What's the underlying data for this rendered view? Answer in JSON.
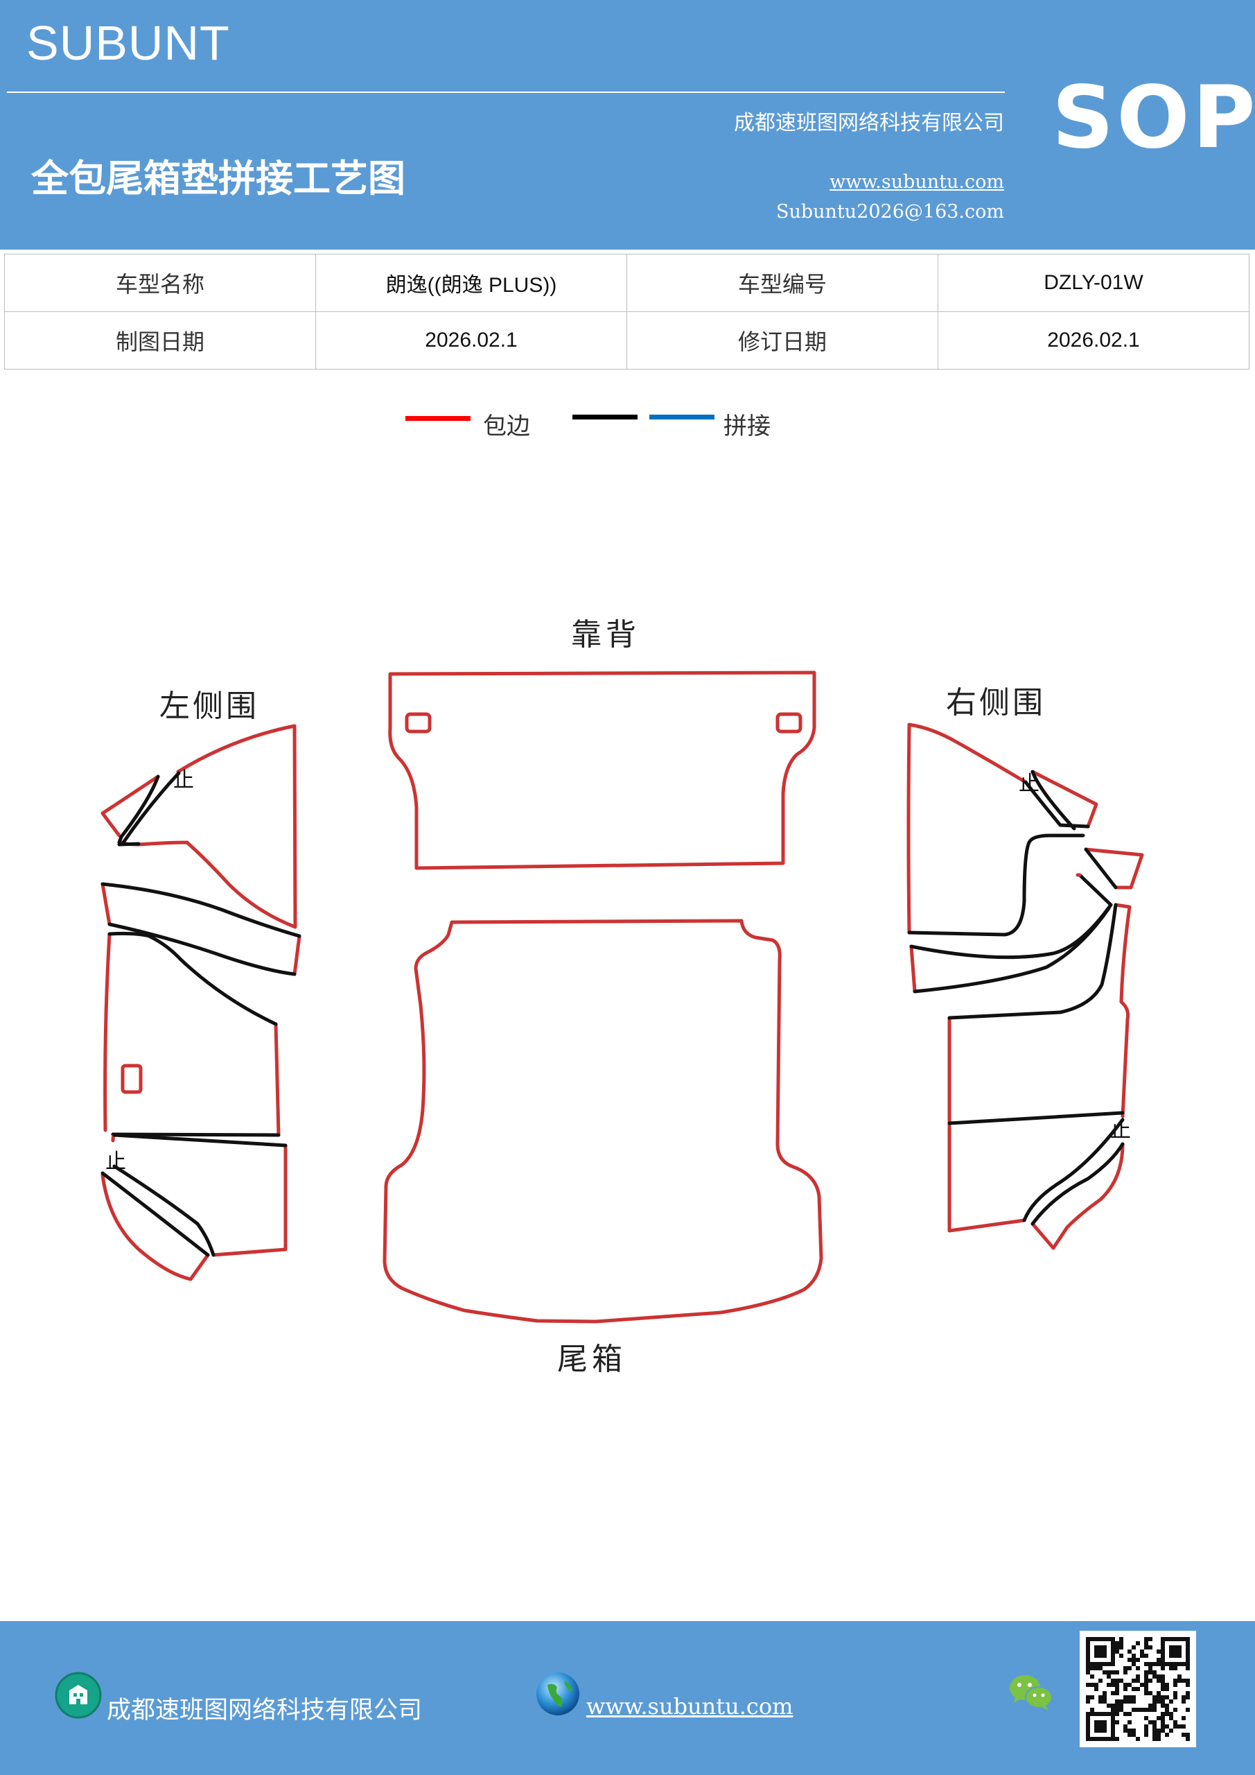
{
  "header": {
    "brand": "SUBUNT",
    "sop": "SOP",
    "company": "成都速班图网络科技有限公司",
    "title": "全包尾箱垫拼接工艺图",
    "website": "www.subuntu.com",
    "email": "Subuntu2026@163.com",
    "colors": {
      "background": "#5b9bd5",
      "text": "#ffffff"
    }
  },
  "info_table": {
    "rows": [
      [
        "车型名称",
        "朗逸((朗逸 PLUS))",
        "车型编号",
        "DZLY-01W"
      ],
      [
        "制图日期",
        "2026.02.1",
        "修订日期",
        "2026.02.1"
      ]
    ]
  },
  "legend": {
    "items": [
      {
        "color": "#ff0000",
        "label": "包边"
      },
      {
        "color": "#000000",
        "label": ""
      },
      {
        "color": "#0070c0",
        "label": "拼接"
      }
    ]
  },
  "drawing": {
    "labels": {
      "back": "靠背",
      "left": "左侧围",
      "right": "右侧围",
      "trunk": "尾箱"
    },
    "stop_mark": "止",
    "colors": {
      "edge": "#cc3333",
      "seam": "#111111"
    }
  },
  "footer": {
    "company": "成都速班图网络科技有限公司",
    "website": "www.subuntu.com",
    "colors": {
      "background": "#5b9bd5",
      "text": "#ffffff"
    }
  }
}
